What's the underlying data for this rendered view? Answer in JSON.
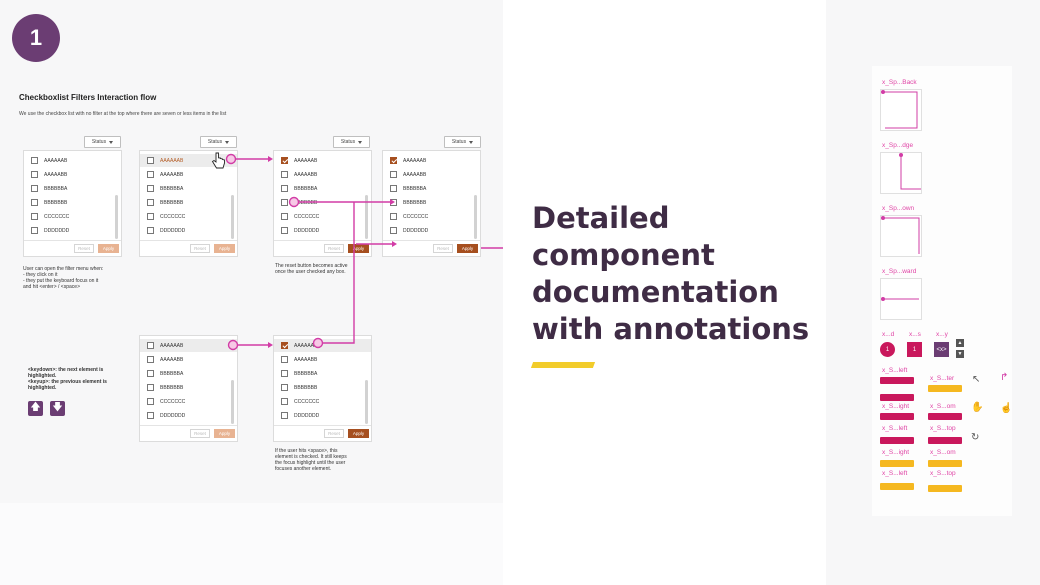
{
  "step_number": "1",
  "flow": {
    "title": "Checkboxlist Filters Interaction flow",
    "subtitle": "We use the checkbox list with no filter at the top where there are seven or less items in the list"
  },
  "status_label": "Status",
  "items": [
    "AAAAAAB",
    "AAAAABB",
    "BBBBBBA",
    "BBBBBBB",
    "CCCCCCC",
    "DDDDDDD"
  ],
  "reset_label": "Reset",
  "apply_label": "Apply",
  "notes": {
    "open_intro": "User can open the filter menu when:",
    "open_click": "- they click on it",
    "open_focus": "- they put the keyboard focus on it",
    "open_keys": "and hit <enter> / <space>",
    "reset_active_1": "The reset button becomes active",
    "reset_active_2": "once the user checked any box.",
    "keydown": "<keydown>: the next element is highlighted.",
    "keyup": "<keyup>: the previous element is highlighted.",
    "space_1": "If the user hits <space>, this",
    "space_2": "element is checked. It still keeps",
    "space_3": "the focus highlight until the user",
    "space_4": "focuses another element."
  },
  "hero": {
    "line1": "Detailed",
    "line2": "component",
    "line3": "documentation",
    "line4": "with annotations"
  },
  "right_panel": {
    "tags": [
      "x_Sp...Back",
      "x_Sp...dge",
      "x_Sp...own",
      "x_Sp...ward"
    ],
    "badge_tags": [
      "x...d",
      "x...s",
      "x...y"
    ],
    "badge_values": [
      "1",
      "1",
      "<x>"
    ],
    "pill_tags": [
      "x_S...left",
      "x_S...ter",
      "x_S...ight",
      "x_S...om",
      "x_S...left",
      "x_S...top",
      "x_S...ight",
      "x_S...om",
      "x_S...left",
      "x_S...top"
    ]
  },
  "colors": {
    "brand_purple": "#6b3d73",
    "accent_orange": "#a64f1f",
    "connector_magenta": "#d23ca6",
    "accent_yellow": "#f2cc2a",
    "pink": "#c9185c"
  }
}
